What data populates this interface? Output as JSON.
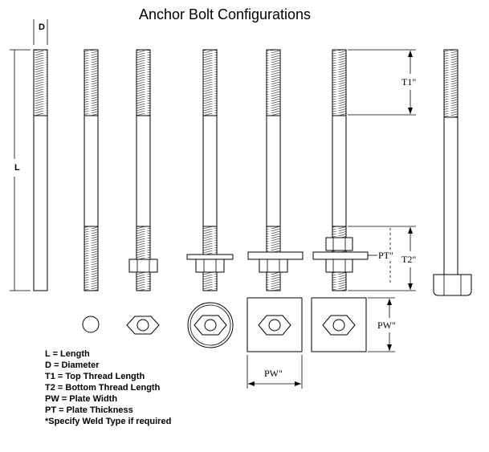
{
  "title": "Anchor Bolt Configurations",
  "dimension_labels": {
    "diameter": "D",
    "length": "L",
    "top_thread": "T1\"",
    "bottom_thread": "T2\"",
    "plate_thickness": "PT\"",
    "plate_width_vertical": "PW\"",
    "plate_width_horizontal": "PW\""
  },
  "legend": [
    "L = Length",
    "D = Diameter",
    "T1 = Top Thread Length",
    "T2 = Bottom Thread Length",
    "PW = Plate Width",
    "PT = Plate Thickness",
    "*Specify Weld Type if required"
  ]
}
